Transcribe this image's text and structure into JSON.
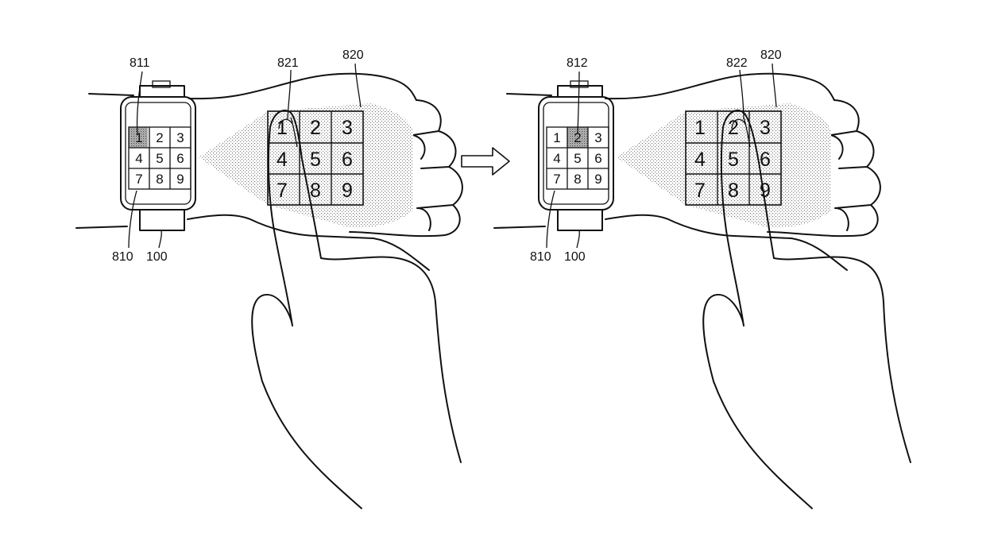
{
  "figure": {
    "left_panel": {
      "labels": {
        "watch_display": "810",
        "device": "100",
        "watch_selected_key": "811",
        "projected_keypad": "820",
        "projected_touched_key": "821"
      },
      "watch_keys": [
        "1",
        "2",
        "3",
        "4",
        "5",
        "6",
        "7",
        "8",
        "9"
      ],
      "projected_keys": [
        "1",
        "2",
        "3",
        "4",
        "5",
        "6",
        "7",
        "8",
        "9"
      ],
      "highlighted_key": "1"
    },
    "right_panel": {
      "labels": {
        "watch_display": "810",
        "device": "100",
        "watch_selected_key": "812",
        "projected_keypad": "820",
        "projected_touched_key": "822"
      },
      "watch_keys": [
        "1",
        "2",
        "3",
        "4",
        "5",
        "6",
        "7",
        "8",
        "9"
      ],
      "projected_keys": [
        "1",
        "2",
        "3",
        "4",
        "5",
        "6",
        "7",
        "8",
        "9"
      ],
      "highlighted_key": "2"
    },
    "transition_arrow": "right-arrow-icon"
  }
}
